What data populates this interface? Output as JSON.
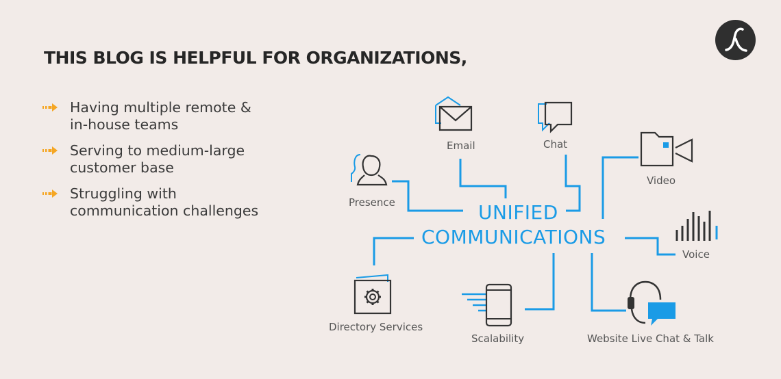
{
  "header": {
    "title": "THIS BLOG IS HELPFUL FOR ORGANIZATIONS,"
  },
  "bullets": [
    {
      "line1": "Having multiple remote &",
      "line2": "in-house teams"
    },
    {
      "line1": "Serving to medium-large",
      "line2": "customer base"
    },
    {
      "line1": "Struggling with",
      "line2": "communication challenges"
    }
  ],
  "diagram": {
    "center_line1": "UNIFIED",
    "center_line2": "COMMUNICATIONS",
    "nodes": {
      "email": "Email",
      "chat": "Chat",
      "presence": "Presence",
      "video": "Video",
      "voice": "Voice",
      "directory": "Directory Services",
      "scalability": "Scalability",
      "livechat": "Website Live Chat & Talk"
    }
  },
  "colors": {
    "accent": "#1a9be6",
    "bullet_arrow": "#f5a623",
    "background": "#f2ebe8",
    "title": "#262626"
  },
  "icons": {
    "logo": "brand-logo-icon",
    "bullet": "arrow-right-icon"
  }
}
